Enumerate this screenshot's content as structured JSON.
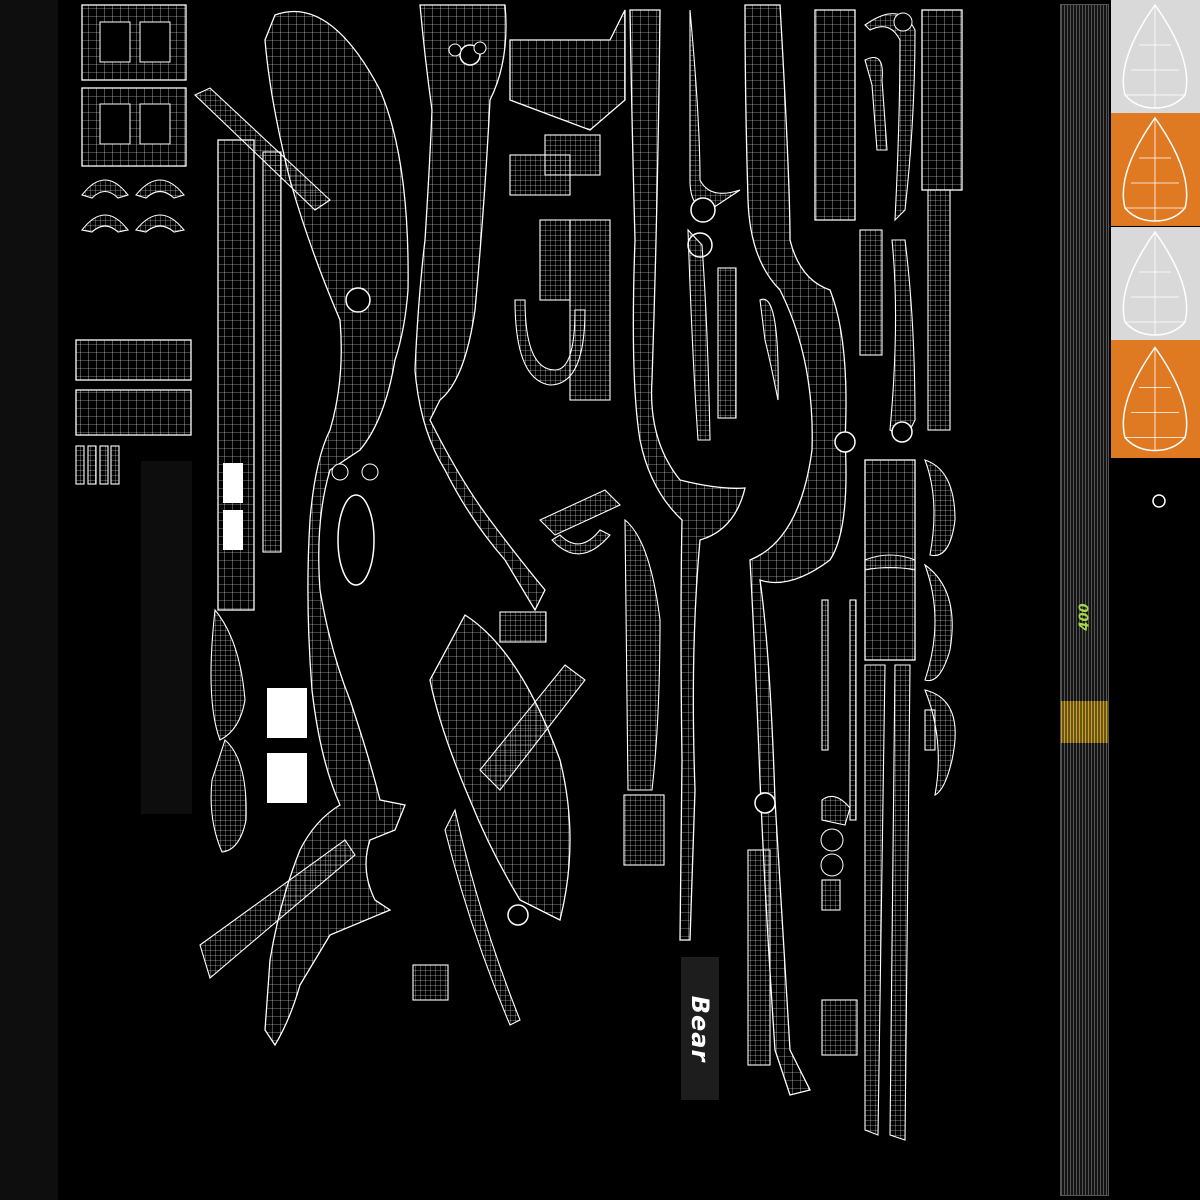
{
  "texture": {
    "label_text": "Bear",
    "string_label": "400",
    "colors": {
      "background": "#000000",
      "wire": "#ffffff",
      "swatch_light": "#d9d9d9",
      "swatch_orange": "#e07a22",
      "string_gold": "#c9a227",
      "brand_green": "#a8d84a"
    },
    "swatches": [
      "light",
      "orange",
      "light",
      "orange"
    ]
  }
}
